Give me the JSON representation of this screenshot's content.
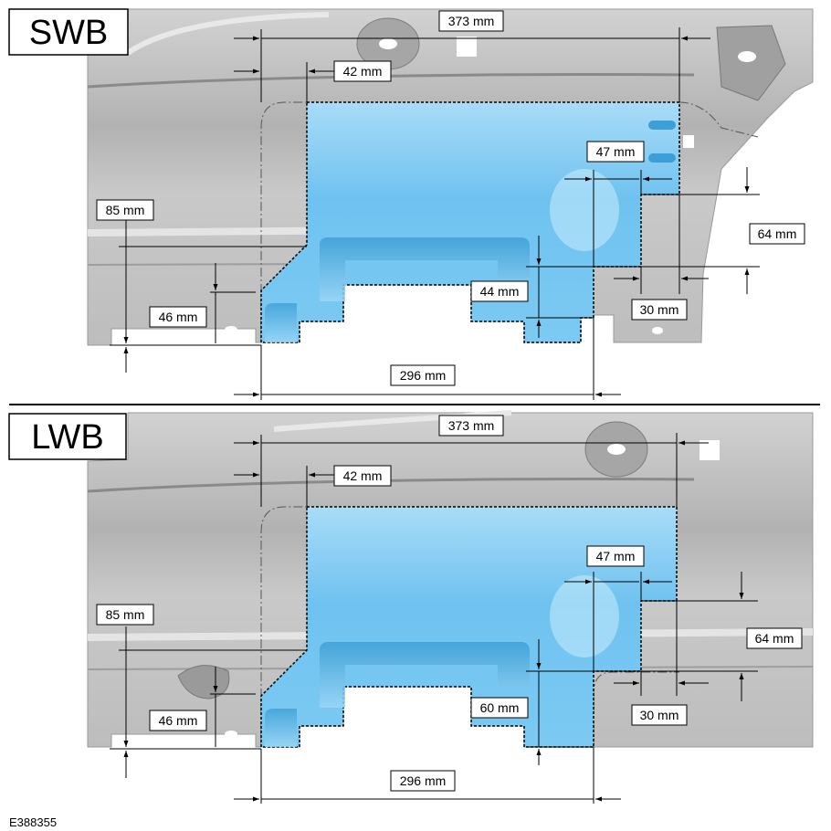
{
  "figure_id": "E388355",
  "swb": {
    "title": "SWB",
    "dims": {
      "overall_width": "373 mm",
      "left_offset": "42 mm",
      "right_step_width": "47 mm",
      "right_step_height": "64 mm",
      "right_notch": "30 mm",
      "left_height": "85 mm",
      "left_lower_height": "46 mm",
      "center_height": "44 mm",
      "bottom_width": "296 mm"
    }
  },
  "lwb": {
    "title": "LWB",
    "dims": {
      "overall_width": "373 mm",
      "left_offset": "42 mm",
      "right_step_width": "47 mm",
      "right_step_height": "64 mm",
      "right_notch": "30 mm",
      "left_height": "85 mm",
      "left_lower_height": "46 mm",
      "center_height": "60 mm",
      "bottom_width": "296 mm"
    }
  },
  "colors": {
    "patch": "#7cc8f2",
    "panel": "#b9b9b9"
  }
}
